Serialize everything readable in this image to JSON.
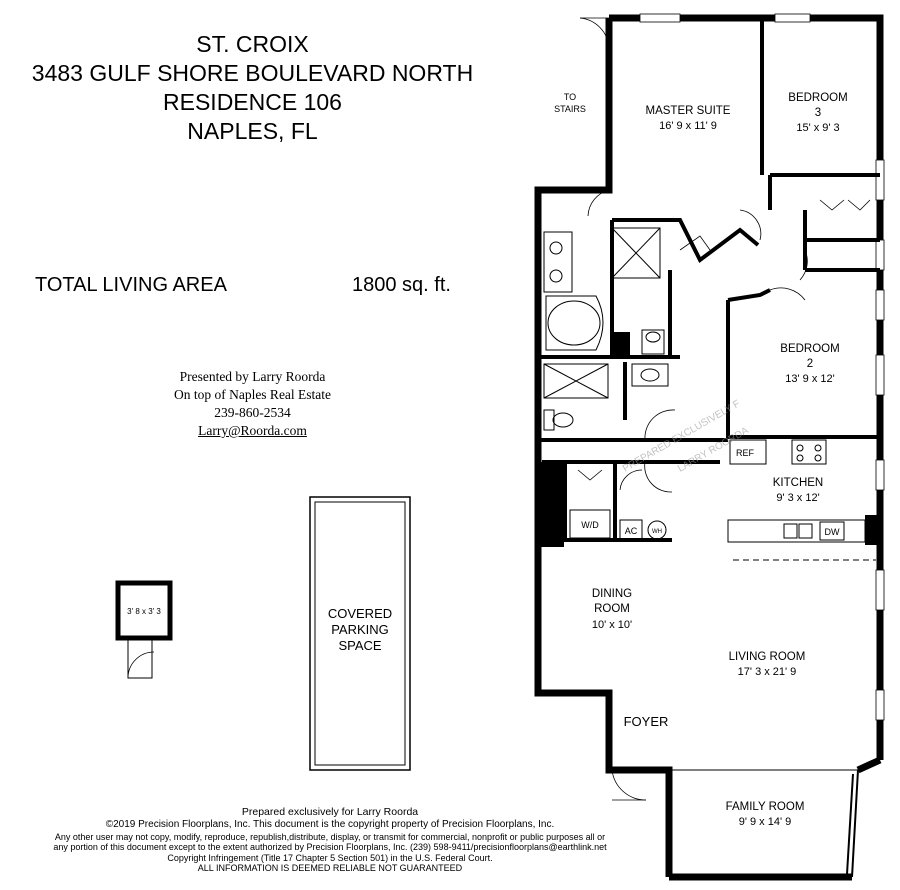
{
  "title_lines": [
    "ST. CROIX",
    "3483 GULF SHORE BOULEVARD NORTH",
    "RESIDENCE 106",
    "NAPLES, FL"
  ],
  "total_area": {
    "label": "TOTAL LIVING AREA",
    "value": "1800  sq. ft."
  },
  "presenter": {
    "line1": "Presented by Larry Roorda",
    "line2": "On top of Naples Real Estate",
    "phone": "239-860-2534",
    "email": "Larry@Roorda.com"
  },
  "storage": {
    "dims": "3' 8 x 3' 3"
  },
  "parking": {
    "line1": "COVERED",
    "line2": "PARKING",
    "line3": "SPACE"
  },
  "rooms": {
    "to_stairs": {
      "l1": "TO",
      "l2": "STAIRS"
    },
    "master": {
      "name": "MASTER SUITE",
      "dims": "16' 9 x 11' 9"
    },
    "bedroom3": {
      "name": "BEDROOM",
      "num": "3",
      "dims": "15' x 9' 3"
    },
    "bedroom2": {
      "name": "BEDROOM",
      "num": "2",
      "dims": "13' 9 x 12'"
    },
    "kitchen": {
      "name": "KITCHEN",
      "dims": "9' 3 x 12'"
    },
    "dining": {
      "l1": "DINING",
      "l2": "ROOM",
      "dims": "10' x 10'"
    },
    "living": {
      "name": "LIVING ROOM",
      "dims": "17' 3 x 21' 9"
    },
    "foyer": {
      "name": "FOYER"
    },
    "family": {
      "name": "FAMILY ROOM",
      "dims": "9' 9 x 14' 9"
    }
  },
  "fixtures": {
    "ref": "REF",
    "wd": "W/D",
    "ac": "AC",
    "wh": "WH",
    "dw": "DW"
  },
  "watermark": {
    "l1": "PREPARED EXCLUSIVELY F",
    "l2": "LARRY ROORDA"
  },
  "footer": {
    "prepared": "Prepared exclusively for Larry Roorda",
    "copyright": "©2019 Precision Floorplans, Inc.  This document is the copyright property of Precision Floorplans, Inc.",
    "line3": "Any other user may not copy, modify, reproduce, republish,distribute, display, or transmit for commercial, nonprofit or public purposes all or",
    "line4": "any portion of this document except to the extent authorized by Precision Floorplans, Inc. (239) 598-9411/precisionfloorplans@earthlink.net",
    "line5": "Copyright Infringement (Title 17 Chapter 5 Section 501) in the U.S. Federal Court.",
    "line6": "ALL INFORMATION IS DEEMED RELIABLE NOT GUARANTEED"
  }
}
